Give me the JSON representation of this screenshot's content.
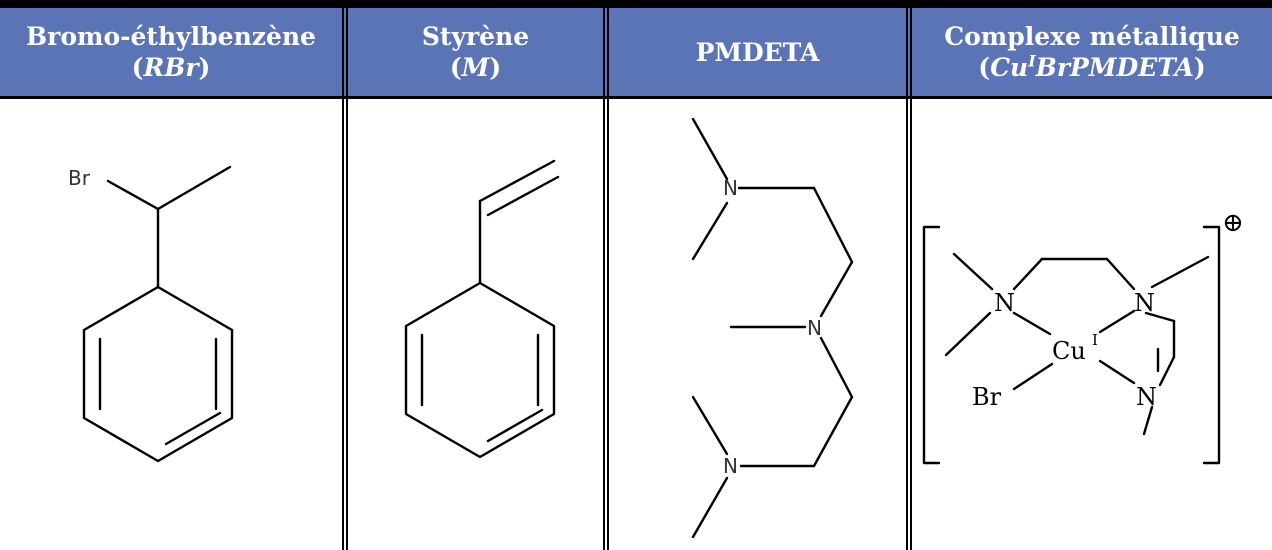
{
  "columns": [
    {
      "title": "Bromo-éthylbenzène",
      "symbol": "RBr",
      "symbol_open": "(",
      "symbol_close": ")"
    },
    {
      "title": "Styrène",
      "symbol": "M",
      "symbol_open": "(",
      "symbol_close": ")"
    },
    {
      "title": "PMDETA"
    },
    {
      "title": "Complexe métallique",
      "symbol": "Cu",
      "symbol_sup": "I",
      "symbol_rest": "BrPMDETA",
      "symbol_open": "(",
      "symbol_close": ")"
    }
  ],
  "labels": {
    "br": "Br",
    "n": "N",
    "cu": "Cu",
    "cu_ox": "I",
    "br_complex": "Br",
    "charge": "⊕"
  }
}
